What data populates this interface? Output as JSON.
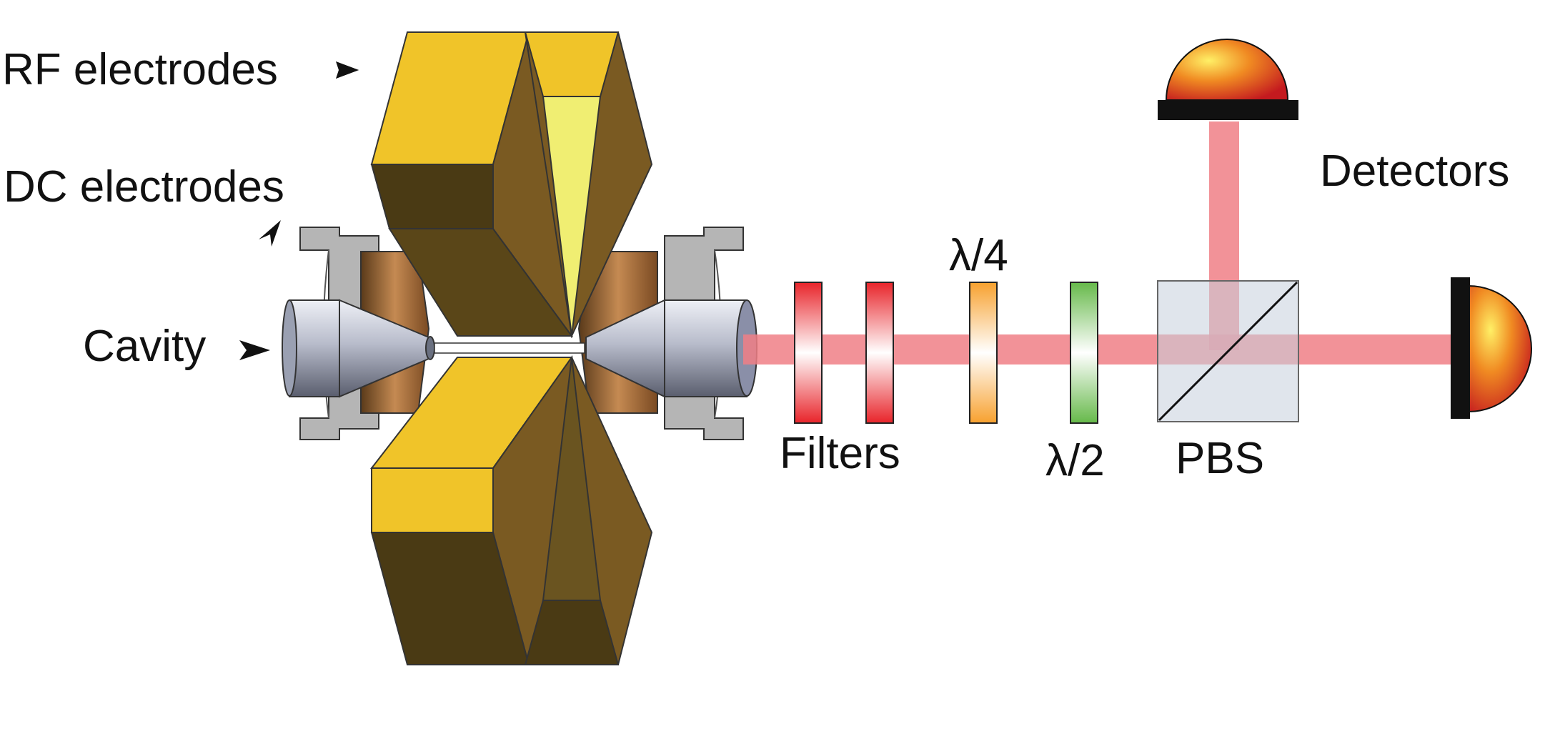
{
  "labels": {
    "rf_electrodes": "RF electrodes",
    "dc_electrodes": "DC electrodes",
    "cavity": "Cavity",
    "filters": "Filters",
    "quarter_wave": "λ/4",
    "half_wave": "λ/2",
    "pbs": "PBS",
    "detectors": "Detectors"
  },
  "colors": {
    "beam": "#f07f86",
    "electrode_gold": "#f0c429",
    "electrode_dark": "#4a3a14",
    "electrode_side": "#7a5a22",
    "filter_red": "#e8242a",
    "quarter_wave_orange": "#f7a12f",
    "half_wave_green": "#66b94a",
    "detector_orange": "#f08a22",
    "detector_base": "#111111"
  }
}
